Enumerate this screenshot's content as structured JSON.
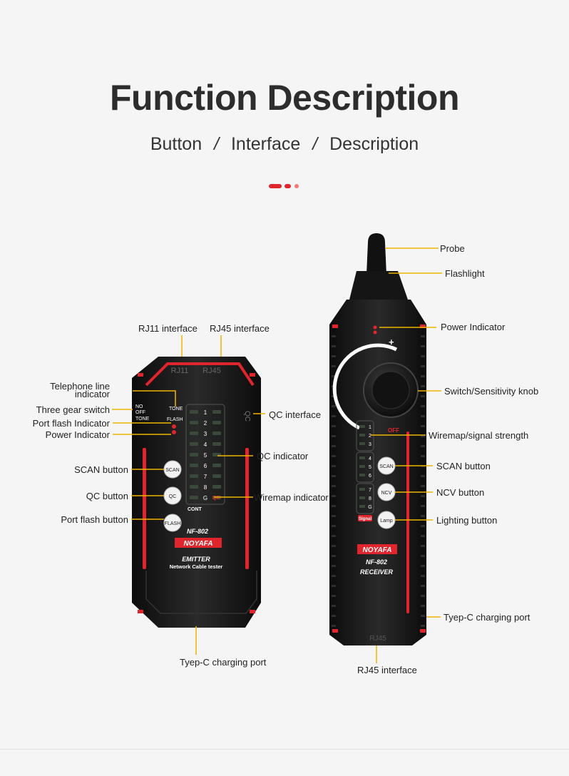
{
  "header": {
    "title": "Function Description",
    "subtitle": {
      "part1": "Button",
      "sep": "/",
      "part2": "Interface",
      "part3": "Description"
    }
  },
  "colors": {
    "accent": "#e0262c",
    "body": "#141414",
    "leader": "#f0b400"
  },
  "emitter": {
    "top_labels": {
      "rj11": "RJ11",
      "rj45": "RJ45"
    },
    "switch_labels": {
      "no": "NO",
      "off": "OFF",
      "tone": "TONE"
    },
    "mode_labels": {
      "tone": "TONE",
      "flash": "FLASH"
    },
    "qc_side_label": "QC",
    "leds": [
      "1",
      "2",
      "3",
      "4",
      "5",
      "6",
      "7",
      "8",
      "G"
    ],
    "cont_label": "CONT",
    "qc_led_label": "QC",
    "buttons": {
      "scan": "SCAN",
      "qc": "QC",
      "flash": "FLASH"
    },
    "model": "NF-802",
    "brand": "NOYAFA",
    "type": "EMITTER",
    "desc": "Network Cable tester",
    "callouts": {
      "rj11": "RJ11 interface",
      "rj45": "RJ45 interface",
      "telephone_1": "Telephone line",
      "telephone_2": "indicator",
      "three_gear": "Three gear switch",
      "port_flash_ind": "Port flash Indicator",
      "power_ind": "Power Indicator",
      "qc_interface": "QC interface",
      "qc_indicator": "QC indicator",
      "scan_button": "SCAN button",
      "qc_button": "QC button",
      "wiremap": "Wiremap indicator",
      "port_flash_btn": "Port flash button",
      "typec": "Tyep-C charging port"
    }
  },
  "receiver": {
    "plus": "+",
    "off": "OFF",
    "leds": [
      "1",
      "2",
      "3",
      "4",
      "5",
      "6",
      "7",
      "8",
      "G"
    ],
    "signal": "Signal",
    "buttons": {
      "scan": "SCAN",
      "ncv": "NCV",
      "lamp": "Lamp"
    },
    "brand": "NOYAFA",
    "model": "NF-802",
    "type": "RECEIVER",
    "bottom_label": "RJ45",
    "callouts": {
      "probe": "Probe",
      "flashlight": "Flashlight",
      "power_ind": "Power Indicator",
      "knob": "Switch/Sensitivity knob",
      "wiremap": "Wiremap/signal strength",
      "scan": "SCAN button",
      "ncv": "NCV button",
      "lighting": "Lighting button",
      "typec": "Tyep-C charging port",
      "rj45": "RJ45 interface"
    }
  }
}
